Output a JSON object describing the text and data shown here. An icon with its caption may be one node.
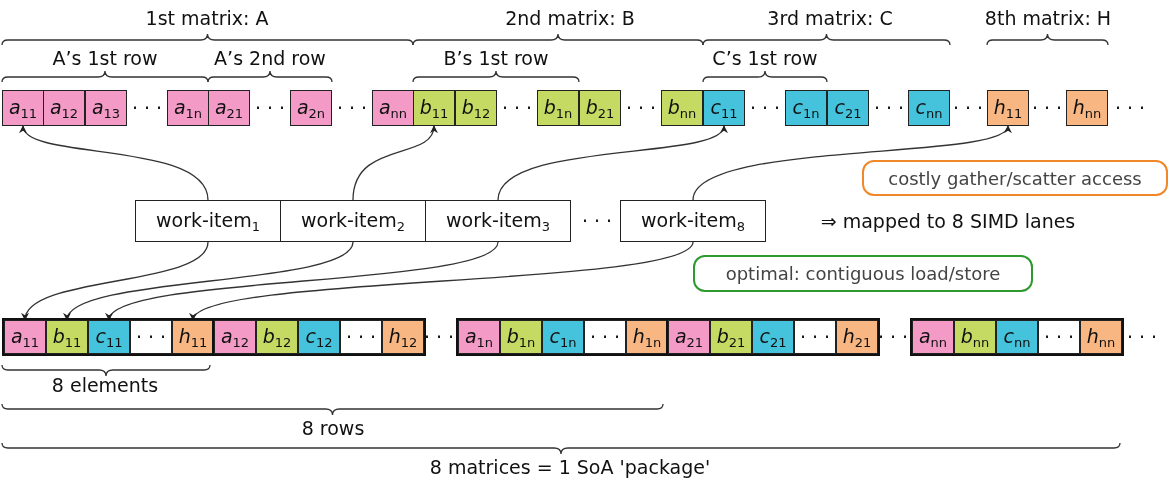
{
  "diagram": {
    "nodes": [
      {
        "text": [
          "*a*$_{11}$"
        ]
      },
      {
        "text": [
          "*a*$_{12}$"
        ]
      },
      {
        "text": [
          "*a*$_{13}$"
        ]
      },
      {
        "text": [
          "*a*$_{1n}$"
        ]
      },
      {
        "text": [
          "*a*$_{21}$"
        ]
      },
      {
        "text": [
          "*a*$_{2n}$"
        ]
      },
      {
        "text": [
          "*a*$_{nn}$"
        ]
      },
      {
        "text": [
          "*b*$_{11}$"
        ]
      },
      {
        "text": [
          "*b*$_{12}$"
        ]
      },
      {
        "text": [
          "*b*$_{1n}$"
        ]
      },
      {
        "text": [
          "*b*$_{21}$"
        ]
      },
      {
        "text": [
          "*b*$_{nn}$"
        ]
      },
      {
        "text": [
          "*c*$_{11}$"
        ]
      },
      {
        "text": [
          "*c*$_{1n}$"
        ]
      },
      {
        "text": [
          "*c*$_{21}$"
        ]
      },
      {
        "text": [
          "*c*$_{nn}$"
        ]
      },
      {
        "text": [
          "*h*$_{11}$"
        ]
      },
      {
        "text": [
          "*h*$_{nn}$"
        ]
      },
      {
        "text": [
          "costly gather/scatter access"
        ]
      },
      {
        "text": [
          "work-item$_{1}$"
        ]
      },
      {
        "text": [
          "work-item$_{2}$"
        ]
      },
      {
        "text": [
          "work-item$_{3}$"
        ]
      },
      {
        "text": [
          "work-item$_{8}$"
        ]
      },
      {
        "text": [
          "optimal: contiguous load/store"
        ]
      },
      {
        "text": [],
        "shape": "box"
      },
      {
        "text": [
          "*a*$_{11}$"
        ],
        "in": 24
      },
      {
        "text": [
          "*b*$_{11}$"
        ],
        "in": 24
      },
      {
        "text": [
          "*c*$_{11}$"
        ],
        "in": 24
      },
      {
        "text": [
          "· · ·"
        ],
        "in": 24
      },
      {
        "text": [
          "*h*$_{11}$"
        ],
        "in": 24
      },
      {
        "text": [],
        "shape": "box"
      },
      {
        "text": [
          "*a*$_{12}$"
        ],
        "in": 30
      },
      {
        "text": [
          "*b*$_{12}$"
        ],
        "in": 30
      },
      {
        "text": [
          "*c*$_{12}$"
        ],
        "in": 30
      },
      {
        "text": [
          "· · ·"
        ],
        "in": 30
      },
      {
        "text": [
          "*h*$_{12}$"
        ],
        "in": 30
      },
      {
        "text": [],
        "shape": "box"
      },
      {
        "text": [
          "*a*$_{1n}$"
        ],
        "in": 36
      },
      {
        "text": [
          "*b*$_{1n}$"
        ],
        "in": 36
      },
      {
        "text": [
          "*c*$_{1n}$"
        ],
        "in": 36
      },
      {
        "text": [
          "· · ·"
        ],
        "in": 36
      },
      {
        "text": [
          "*h*$_{1n}$"
        ],
        "in": 36
      },
      {
        "text": [],
        "shape": "box"
      },
      {
        "text": [
          "*a*$_{21}$"
        ],
        "in": 42
      },
      {
        "text": [
          "*b*$_{21}$"
        ],
        "in": 42
      },
      {
        "text": [
          "*c*$_{21}$"
        ],
        "in": 42
      },
      {
        "text": [
          "· · ·"
        ],
        "in": 42
      },
      {
        "text": [
          "*h*$_{21}$"
        ],
        "in": 42
      },
      {
        "text": [],
        "shape": "box"
      },
      {
        "text": [
          "*a*$_{nn}$"
        ],
        "in": 48
      },
      {
        "text": [
          "*b*$_{nn}$"
        ],
        "in": 48
      },
      {
        "text": [
          "*c*$_{nn}$"
        ],
        "in": 48
      },
      {
        "text": [
          "· · ·"
        ],
        "in": 48
      },
      {
        "text": [
          "*h*$_{nn}$"
        ],
        "in": 48
      }
    ],
    "edges": [
      {
        "from": 19,
        "to": 0,
        "arrow": "to"
      },
      {
        "from": 20,
        "to": 7,
        "arrow": "to"
      },
      {
        "from": 21,
        "to": 12,
        "arrow": "to"
      },
      {
        "from": 22,
        "to": 16,
        "arrow": "to"
      },
      {
        "from": 19,
        "to": 25,
        "arrow": "to"
      },
      {
        "from": 20,
        "to": 26,
        "arrow": "to"
      },
      {
        "from": 21,
        "to": 27,
        "arrow": "to"
      },
      {
        "from": 22,
        "to": 29,
        "arrow": "to"
      }
    ],
    "labels": [
      "1st matrix: A",
      "2nd matrix: B",
      "3rd matrix: C",
      "8th matrix: H",
      "A’s 1st row",
      "A’s 2nd row",
      "B’s 1st row",
      "C’s 1st row",
      "· · ·",
      "· · ·",
      "· · ·",
      "· · ·",
      "· · ·",
      "· · ·",
      "· · ·",
      "· · ·",
      "· · ·",
      "· · ·",
      "· · ·",
      "⇒ mapped to 8 SIMD lanes",
      "· · ·",
      "· · ·",
      "· · ·",
      "8 elements",
      "8 rows",
      "8 matrices = 1 SoA 'package'"
    ]
  }
}
